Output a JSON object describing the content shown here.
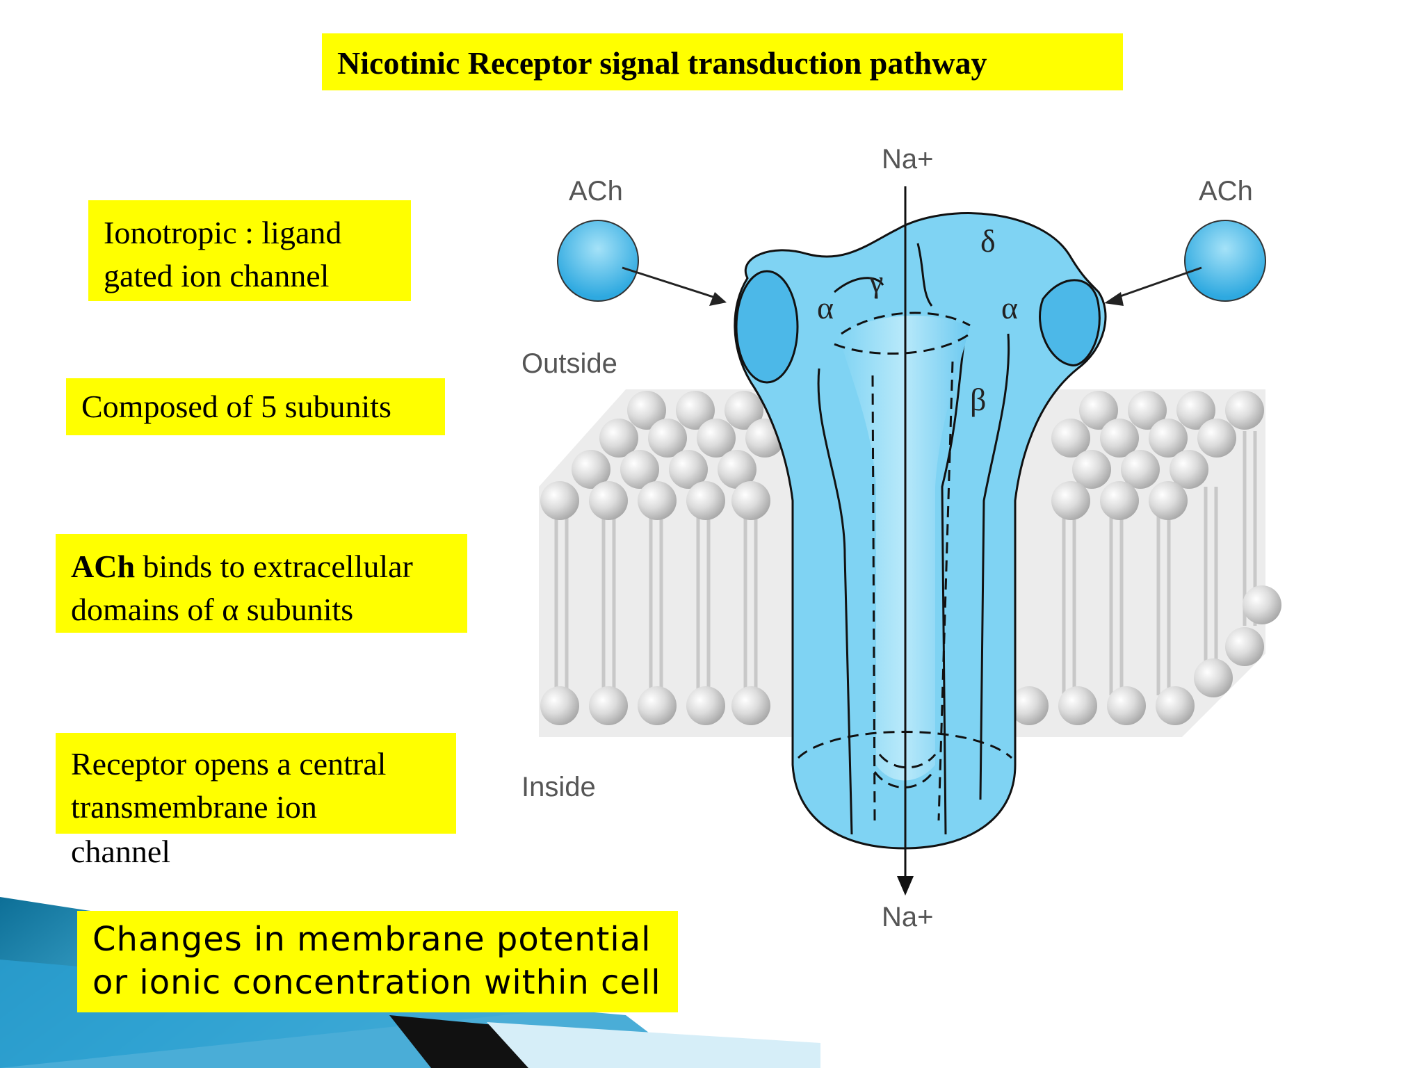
{
  "title": "Nicotinic Receptor  signal transduction pathway",
  "boxes": {
    "ionotropic_line1": "Ionotropic : ligand",
    "ionotropic_line2": "gated ion channel",
    "subunits": "Composed of 5 subunits",
    "ach_bold": "ACh",
    "ach_rest": " binds to extracellular",
    "ach_line2": "domains of  α   subunits",
    "receptor_line1": "Receptor opens a central",
    "receptor_line2": "transmembrane ion",
    "receptor_line3": "channel",
    "changes_line1": "Changes in membrane potential",
    "changes_line2": "or ionic concentration within cell"
  },
  "diagram": {
    "na_top": "Na+",
    "na_bottom": "Na+",
    "ach_left": "ACh",
    "ach_right": "ACh",
    "outside": "Outside",
    "inside": "Inside",
    "subunit_labels": {
      "alpha_left": "α",
      "gamma": "γ",
      "delta": "δ",
      "alpha_right": "α",
      "beta": "β"
    }
  },
  "colors": {
    "highlight": "#ffff00",
    "receptor": "#7fd3f3",
    "receptor_dark": "#4cb8e8",
    "lipid": "#cfcfcf",
    "slide_accent": "#1f8fc0"
  }
}
